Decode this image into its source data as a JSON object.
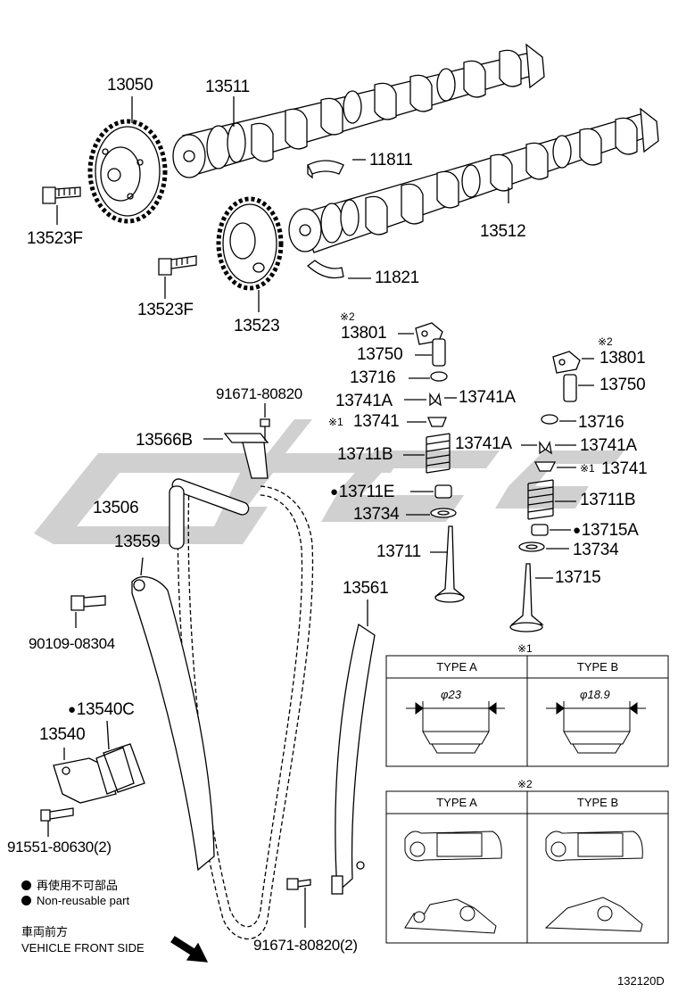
{
  "labels": {
    "p13050": "13050",
    "p13511": "13511",
    "p11811": "11811",
    "p13523F_a": "13523F",
    "p13512": "13512",
    "p13523F_b": "13523F",
    "p11821": "11821",
    "p13523": "13523",
    "p13801_l": "13801",
    "p13750_l": "13750",
    "p13716_l": "13716",
    "p13741A_l1": "13741A",
    "p13741A_l2": "13741A",
    "p13741_l": "13741",
    "p13711B_l": "13711B",
    "p13711E": "13711E",
    "p13734_l": "13734",
    "p13711": "13711",
    "p13801_r": "13801",
    "p13750_r": "13750",
    "p13716_r": "13716",
    "p13741A_r1": "13741A",
    "p13741A_r2": "13741A",
    "p13741_r": "13741",
    "p13711B_r": "13711B",
    "p13715A": "13715A",
    "p13734_r": "13734",
    "p13715": "13715",
    "p91671_a": "91671-80820",
    "p13566B": "13566B",
    "p13506": "13506",
    "p13559": "13559",
    "p13561": "13561",
    "p90109": "90109-08304",
    "p13540C": "13540C",
    "p13540": "13540",
    "p91551": "91551-80630(2)",
    "p91671_b": "91671-80820(2)"
  },
  "marks": {
    "note1": "※1",
    "note2": "※2"
  },
  "table1": {
    "type_a": "TYPE A",
    "type_b": "TYPE B",
    "dim_a": "φ23",
    "dim_b": "φ18.9"
  },
  "table2": {
    "type_a": "TYPE A",
    "type_b": "TYPE B"
  },
  "legend": {
    "jp": "再使用不可部品",
    "en": "Non-reusable part"
  },
  "front": {
    "jp": "車両前方",
    "en": "VEHICLE FRONT SIDE"
  },
  "figure_id": "132120D"
}
